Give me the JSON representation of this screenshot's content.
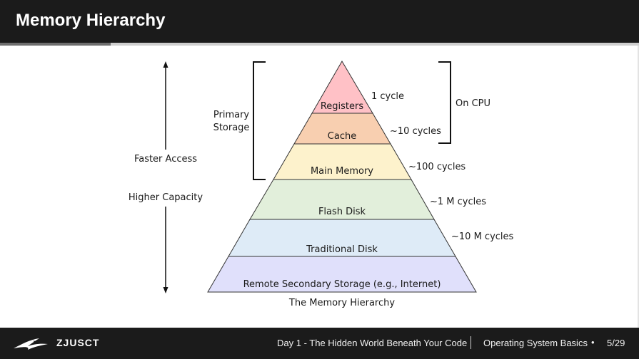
{
  "slide": {
    "title": "Memory Hierarchy"
  },
  "diagram": {
    "caption": "The Memory Hierarchy",
    "levels": [
      {
        "label": "Registers",
        "color": "#ffc1c6"
      },
      {
        "label": "Cache",
        "color": "#f8cfb0"
      },
      {
        "label": "Main Memory",
        "color": "#fdf2cc"
      },
      {
        "label": "Flash Disk",
        "color": "#e2efdb"
      },
      {
        "label": "Traditional Disk",
        "color": "#deebf7"
      },
      {
        "label": "Remote Secondary Storage (e.g., Internet)",
        "color": "#e0e0fb"
      }
    ],
    "latencies": [
      "1 cycle",
      "~10 cycles",
      "~100 cycles",
      "~1 M cycles",
      "~10 M cycles"
    ],
    "groups": {
      "primary_storage": [
        "Primary",
        "Storage"
      ],
      "on_cpu": "On CPU"
    },
    "axis": {
      "top_label": "Faster Access",
      "bottom_label": "Higher Capacity"
    }
  },
  "footer": {
    "logo_text": "ZJUSCT",
    "lecture": "Day 1  -  The Hidden World Beneath Your Code",
    "course": "Operating System Basics",
    "bullet": "•",
    "page": "5/29"
  }
}
